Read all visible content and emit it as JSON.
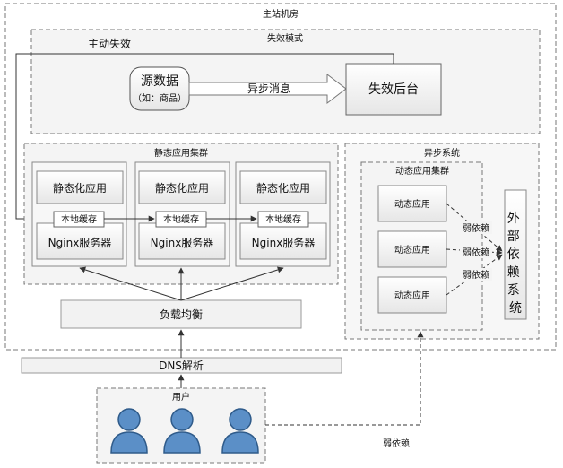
{
  "main_site": {
    "label": "主站机房"
  },
  "invalidation_mode": {
    "label": "失效模式"
  },
  "active_invalidation": {
    "label": "主动失效"
  },
  "source_data": {
    "title": "源数据",
    "subtitle": "（如：商品）"
  },
  "async_message": {
    "label": "异步消息"
  },
  "invalidation_backend": {
    "label": "失效后台"
  },
  "static_cluster": {
    "label": "静态应用集群",
    "nodes": [
      {
        "app": "静态化应用",
        "cache": "本地缓存",
        "server": "Nginx服务器"
      },
      {
        "app": "静态化应用",
        "cache": "本地缓存",
        "server": "Nginx服务器"
      },
      {
        "app": "静态化应用",
        "cache": "本地缓存",
        "server": "Nginx服务器"
      }
    ]
  },
  "async_system": {
    "label": "异步系统"
  },
  "dynamic_cluster": {
    "label": "动态应用集群",
    "apps": [
      "动态应用",
      "动态应用",
      "动态应用"
    ],
    "links": [
      "弱依赖",
      "弱依赖",
      "弱依赖"
    ]
  },
  "external_system": {
    "label": "外部依赖系统"
  },
  "load_balancer": {
    "label": "负载均衡"
  },
  "dns": {
    "label": "DNS解析"
  },
  "users": {
    "label": "用户"
  },
  "bottom_dependency": {
    "label": "弱依赖"
  },
  "colors": {
    "user_fill": "#5b8fc7",
    "user_stroke": "#2f5b8a",
    "box_fill": "#efefef",
    "border": "#777777"
  }
}
